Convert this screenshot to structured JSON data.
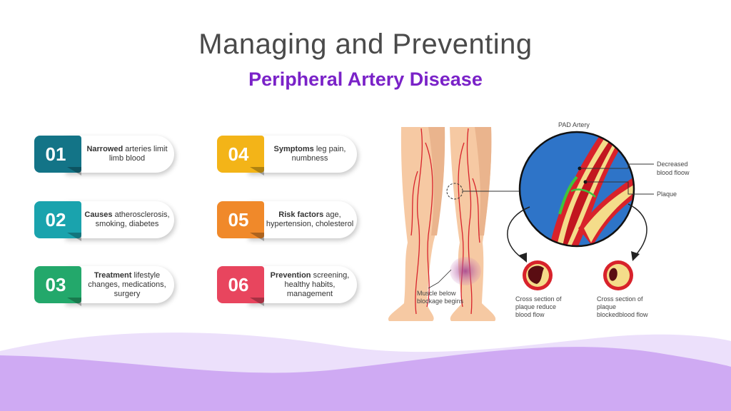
{
  "title": {
    "line1": "Managing and Preventing",
    "line2": "Peripheral Artery Disease"
  },
  "cards": [
    {
      "num": "01",
      "bold": "Narrowed",
      "rest": " arteries limit limb blood",
      "color": "#137487"
    },
    {
      "num": "02",
      "bold": "Causes",
      "rest": " atherosclerosis, smoking, diabetes",
      "color": "#1aa3ad"
    },
    {
      "num": "03",
      "bold": "Treatment",
      "rest": " lifestyle changes, medications, surgery",
      "color": "#23a86b"
    },
    {
      "num": "04",
      "bold": "Symptoms",
      "rest": " leg pain, numbness",
      "color": "#f3b418"
    },
    {
      "num": "05",
      "bold": "Risk factors",
      "rest": " age, hypertension, cholesterol",
      "color": "#f0892a"
    },
    {
      "num": "06",
      "bold": "Prevention",
      "rest": " screening, healthy habits, management",
      "color": "#e8455e"
    }
  ],
  "diagram": {
    "pad_artery": "PAD Artery",
    "decreased_1": "Decreased",
    "decreased_2": "blood floow",
    "plaque": "Plaque",
    "muscle_1": "Muscle below",
    "muscle_2": "blockage begins",
    "cs1_1": "Cross section of",
    "cs1_2": "plaque reduce",
    "cs1_3": "blood flow",
    "cs2_1": "Cross section of",
    "cs2_2": "plaque",
    "cs2_3": "blockedblood flow"
  },
  "colors": {
    "title": "#4a4a4a",
    "subtitle": "#7a22c8",
    "skin": "#f6c9a3",
    "vessel": "#d8222b",
    "lens_bg": "#2e74c8",
    "plaque": "#f4dc8a",
    "wave_light": "#ece0fb",
    "wave_dark": "#cfaaf3"
  }
}
